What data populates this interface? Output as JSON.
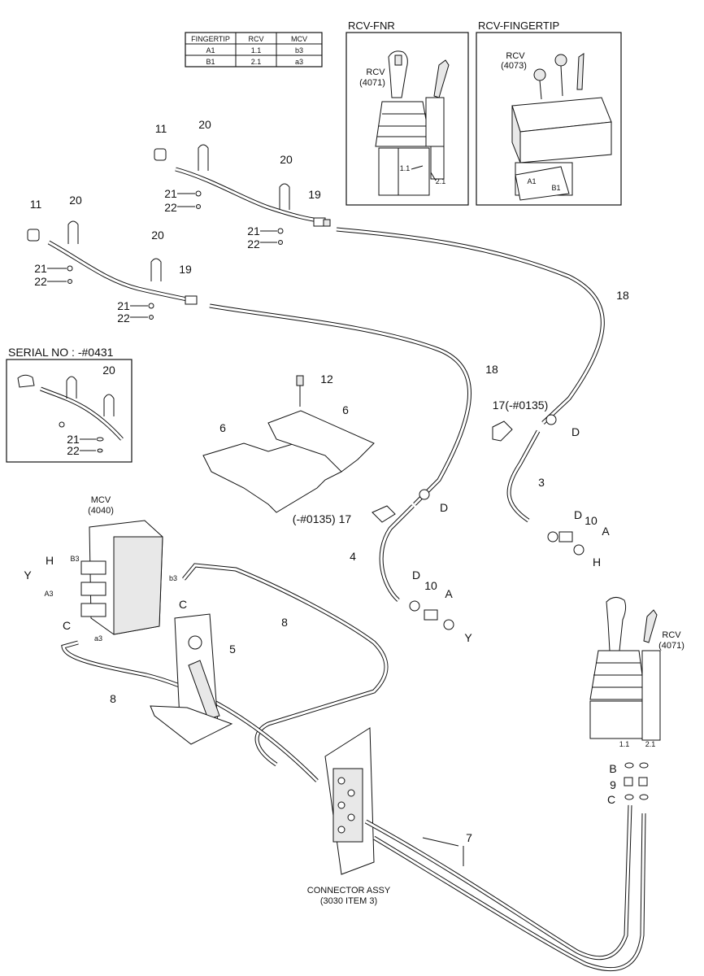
{
  "table": {
    "headers": [
      "FINGERTIP",
      "RCV",
      "MCV"
    ],
    "rows": [
      [
        "A1",
        "1.1",
        "b3"
      ],
      [
        "B1",
        "2.1",
        "a3"
      ]
    ]
  },
  "insets": {
    "fnr": {
      "title": "RCV-FNR",
      "part": "RCV",
      "code": "(4071)",
      "port1": "1.1",
      "port2": "2.1"
    },
    "fingertip": {
      "title": "RCV-FINGERTIP",
      "part": "RCV",
      "code": "(4073)",
      "port1": "A1",
      "port2": "B1"
    },
    "serial": {
      "title": "SERIAL NO : -#0431",
      "labels": [
        "20",
        "21",
        "22"
      ]
    }
  },
  "mcv": {
    "part": "MCV",
    "code": "(4040)",
    "port_b3": "B3",
    "port_a3": "A3",
    "port_small_b3": "b3",
    "port_small_a3": "a3"
  },
  "rcv_bottom": {
    "part": "RCV",
    "code": "(4071)",
    "port1": "1.1",
    "port2": "2.1"
  },
  "connector": {
    "line1": "CONNECTOR ASSY",
    "line2": "(3030 ITEM 3)"
  },
  "callouts": {
    "c11a": "11",
    "c20a": "20",
    "c21a": "21",
    "c22a": "22",
    "c20b": "20",
    "c19a": "19",
    "c21b": "21",
    "c22b": "22",
    "c11b": "11",
    "c20c": "20",
    "c21c": "21",
    "c22c": "22",
    "c20d": "20",
    "c19b": "19",
    "c21d": "21",
    "c22d": "22",
    "c18a": "18",
    "c18b": "18",
    "c12": "12",
    "c6a": "6",
    "c6b": "6",
    "c17a": "17(-#0135)",
    "cDa": "D",
    "c3": "3",
    "cDb": "D",
    "c10a": "10",
    "cA1": "A",
    "cH1": "H",
    "c17b": "(-#0135) 17",
    "cDc": "D",
    "c4": "4",
    "cDd": "D",
    "c10b": "10",
    "cA2": "A",
    "cY1": "Y",
    "cH2": "H",
    "cY2": "Y",
    "cC1": "C",
    "cC2": "C",
    "c5": "5",
    "c8a": "8",
    "c8b": "8",
    "c7": "7",
    "cB": "B",
    "c9": "9",
    "cC3": "C"
  }
}
